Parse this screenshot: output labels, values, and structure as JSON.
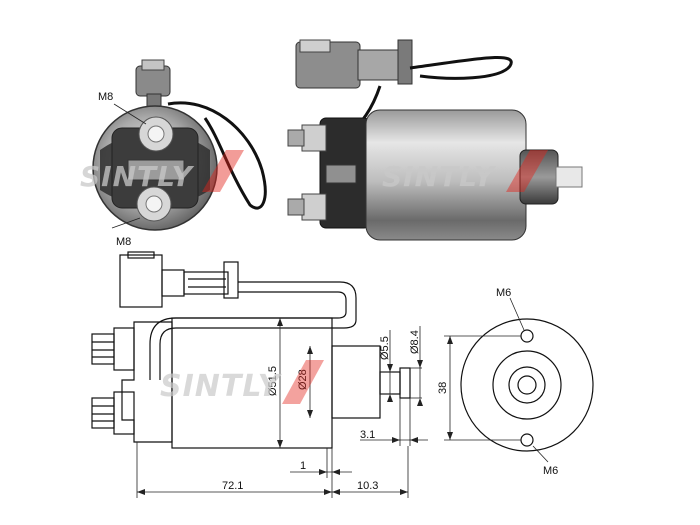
{
  "watermark": {
    "text": "SINTLY",
    "accent": "#e2231a"
  },
  "labels": {
    "top_stud": "M8",
    "bottom_stud": "M8",
    "mount_top": "M6",
    "mount_bottom": "M6"
  },
  "dimensions": {
    "body_diameter": "Ø51.5",
    "plunger_diameter": "Ø28",
    "shaft_diameter": "Ø5.5",
    "tip_diameter": "Ø8.4",
    "mount_spacing": "38",
    "tip_length": "3.1",
    "gap": "1",
    "total_length": "72.1",
    "shaft_length": "10.3"
  },
  "colors": {
    "metal_light": "#d9d9d9",
    "metal_dark": "#6e6e6e",
    "drawing": "#111111"
  }
}
